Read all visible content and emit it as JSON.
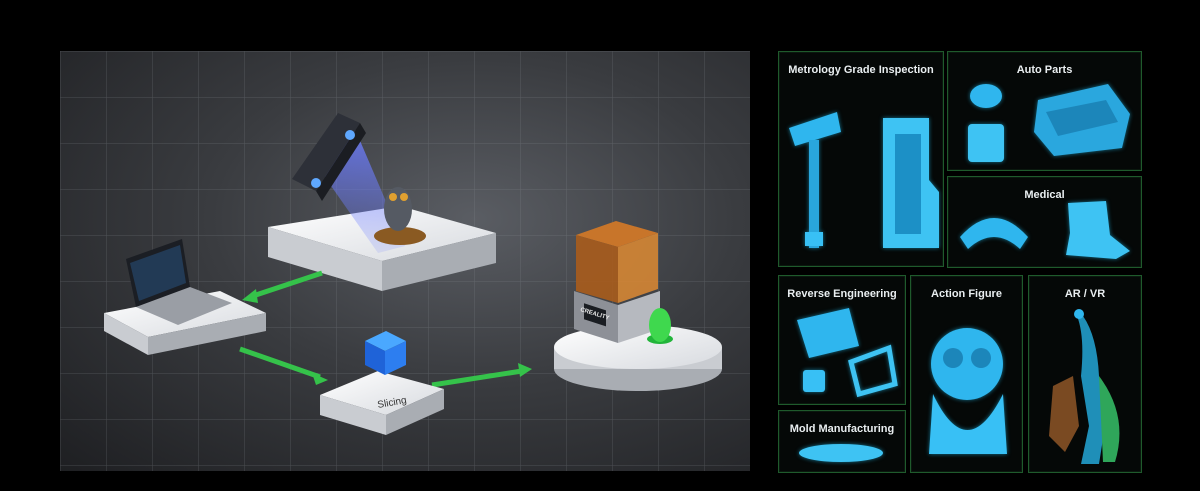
{
  "scene": {
    "slicing_label": "Slicing",
    "printer_brand": "CREALITY"
  },
  "panels": {
    "metrology": "Metrology Grade Inspection",
    "auto_parts": "Auto Parts",
    "medical": "Medical",
    "reverse_engineering": "Reverse Engineering",
    "action_figure": "Action Figure",
    "ar_vr": "AR / VR",
    "mold_manufacturing": "Mold Manufacturing"
  },
  "colors": {
    "accent_blue": "#2fb6ee",
    "panel_border": "#1f5a2c",
    "arrow_green": "#35c24a",
    "printer_orange": "#c8752a"
  }
}
